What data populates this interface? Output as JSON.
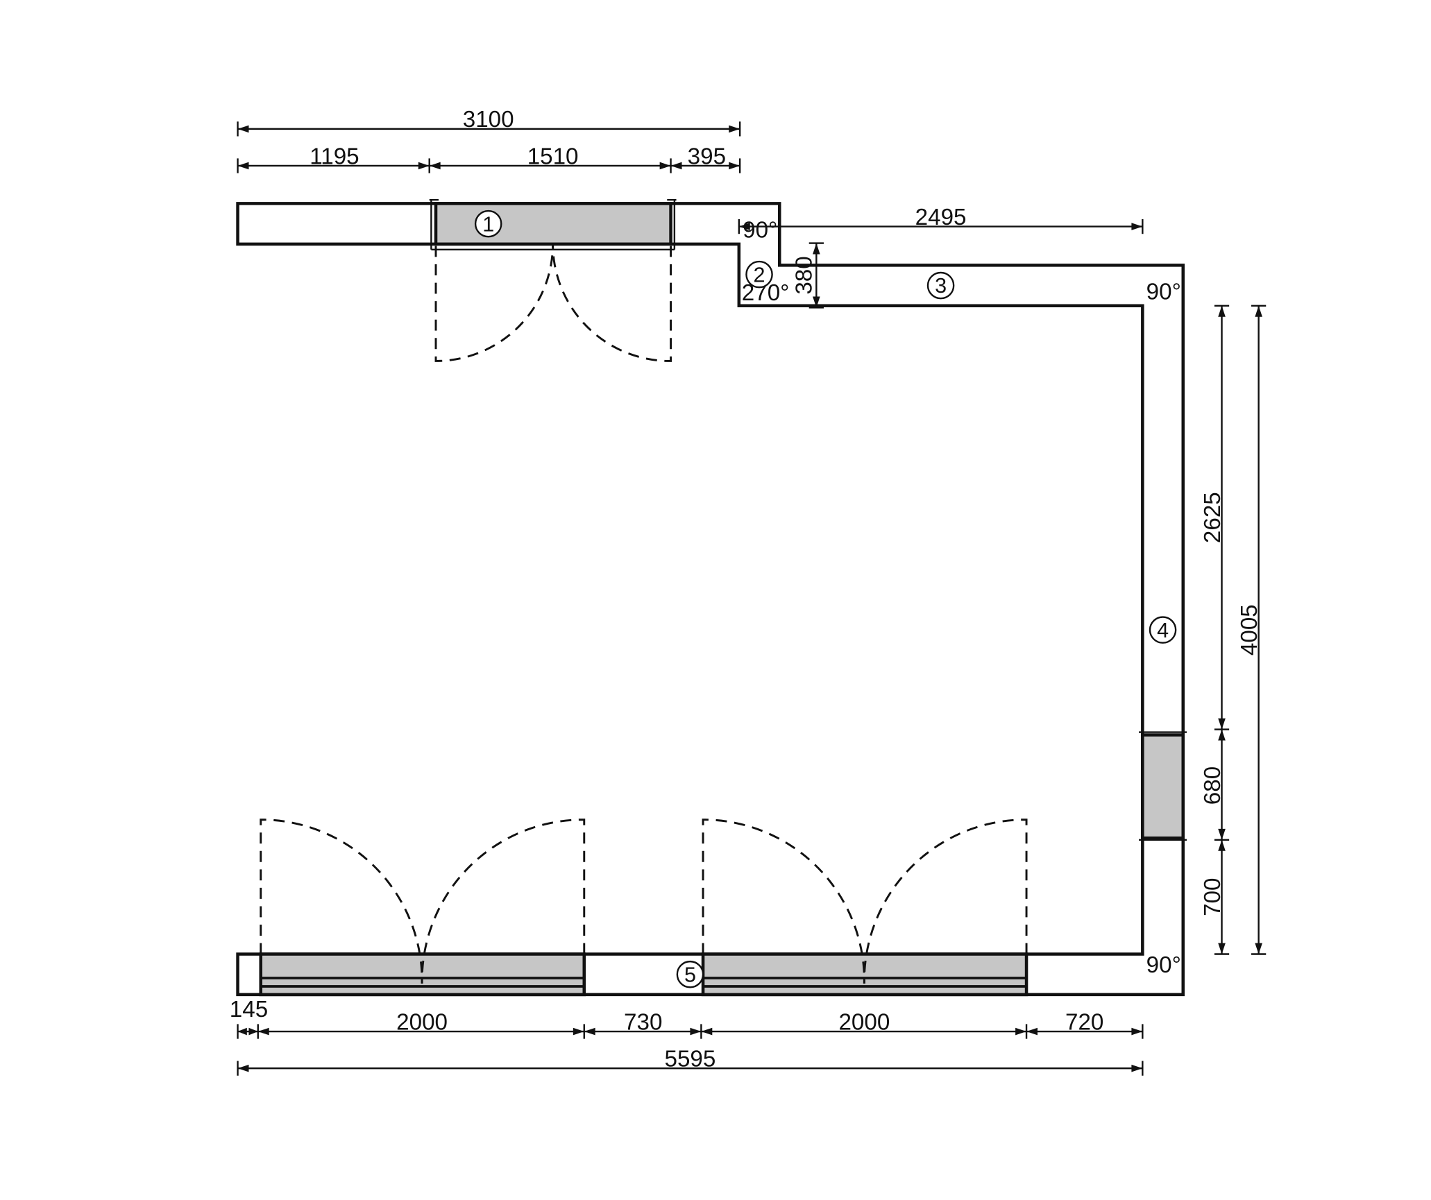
{
  "plan": {
    "dims": {
      "top_overall": "3100",
      "top_left": "1195",
      "top_door": "1510",
      "top_right": "395",
      "step_run": "2495",
      "step_offset": "380",
      "right_upper": "2625",
      "right_overall": "4005",
      "right_window": "680",
      "right_lower": "700",
      "bottom_left_gap": "145",
      "bottom_door_1": "2000",
      "bottom_mid": "730",
      "bottom_door_2": "2000",
      "bottom_right": "720",
      "bottom_overall": "5595"
    },
    "angles": {
      "a1": "90°",
      "a2": "270°",
      "a3": "90°",
      "a4": "90°"
    },
    "segments": [
      "1",
      "2",
      "3",
      "4",
      "5"
    ]
  }
}
